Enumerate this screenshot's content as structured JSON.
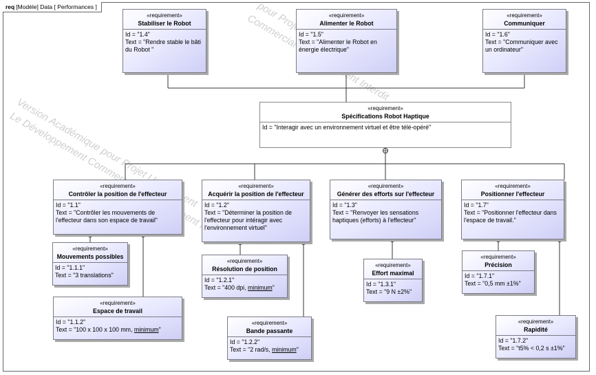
{
  "frame": {
    "kind": "req",
    "label": "[Modèle] Data [ Performances ]"
  },
  "watermark": {
    "line1": "Version Académique pour Projet Uniquement",
    "line2": "Le Développement Commercial est Strictement Interdit",
    "line3": "pour Projet Uniquement",
    "line4": "Commercial est Strictement Interdit"
  },
  "requirements": {
    "stabiliser": {
      "stereotype": "«requirement»",
      "name": "Stabiliser le Robot",
      "id": "Id = \"1.4\"",
      "text": "Text = \"Rendre stable le bâti du Robot \""
    },
    "alimenter": {
      "stereotype": "«requirement»",
      "name": "Alimenter le Robot",
      "id": "Id = \"1.5\"",
      "text": "Text = \"Alimenter le Robot en énergie électrique\""
    },
    "communiquer": {
      "stereotype": "«requirement»",
      "name": "Communiquer",
      "id": "Id = \"1.6\"",
      "text": "Text = \"Communiquer avec un ordinateur\""
    },
    "specs": {
      "stereotype": "«requirement»",
      "name": "Spécifications Robot Haptique",
      "id": "Id = \"Interagir avec un environnement virtuel et être télé-opéré\""
    },
    "controler": {
      "stereotype": "«requirement»",
      "name": "Contrôler la position de l'effecteur",
      "id": "Id = \"1.1\"",
      "text": "Text = \"Contrôler les mouvements de l'effecteur dans son espace de travail\""
    },
    "acquerir": {
      "stereotype": "«requirement»",
      "name": "Acquérir la position de l'effecteur",
      "id": "Id = \"1.2\"",
      "text": "Text = \"Déterminer la position de l'effecteur pour intéragir avec l'environnement virtuel\""
    },
    "generer": {
      "stereotype": "«requirement»",
      "name": "Générer des efforts sur l'effecteur",
      "id": "Id = \"1.3\"",
      "text": "Text = \"Renvoyer les sensations haptiques (efforts) à l'effecteur\""
    },
    "positionner": {
      "stereotype": "«requirement»",
      "name": "Positionner l'effecteur",
      "id": "Id = \"1.7\"",
      "text": "Text = \"Positionner l'effecteur dans l'espace de travail.\""
    },
    "mouvements": {
      "stereotype": "«requirement»",
      "name": "Mouvements possibles",
      "id": "Id = \"1.1.1\"",
      "text": "Text = \"3 translations\""
    },
    "espace": {
      "stereotype": "«requirement»",
      "name": "Espace de travail",
      "id": "Id = \"1.1.2\"",
      "text_pre": "Text = \"100 x 100 x 100 mm, ",
      "text_u": "minimum",
      "text_post": "\""
    },
    "resolution": {
      "stereotype": "«requirement»",
      "name": "Résolution de position",
      "id": "Id = \"1.2.1\"",
      "text_pre": "Text = \"400 dpi, ",
      "text_u": "minimum",
      "text_post": "\""
    },
    "bande": {
      "stereotype": "«requirement»",
      "name": "Bande passante",
      "id": "Id = \"1.2.2\"",
      "text_pre": "Text = \"2 rad/s, ",
      "text_u": "minimum",
      "text_post": "\""
    },
    "effort": {
      "stereotype": "«requirement»",
      "name": "Effort maximal",
      "id": "Id = \"1.3.1\"",
      "text": "Text = \"9 N ±2%\""
    },
    "precision": {
      "stereotype": "«requirement»",
      "name": "Précision",
      "id": "Id = \"1.7.1\"",
      "text": "Text = \"0,5 mm ±1%\""
    },
    "rapidite": {
      "stereotype": "«requirement»",
      "name": "Rapidité",
      "id": "Id = \"1.7.2\"",
      "text": "Text = \"t5% < 0,2 s ±1%\""
    }
  }
}
